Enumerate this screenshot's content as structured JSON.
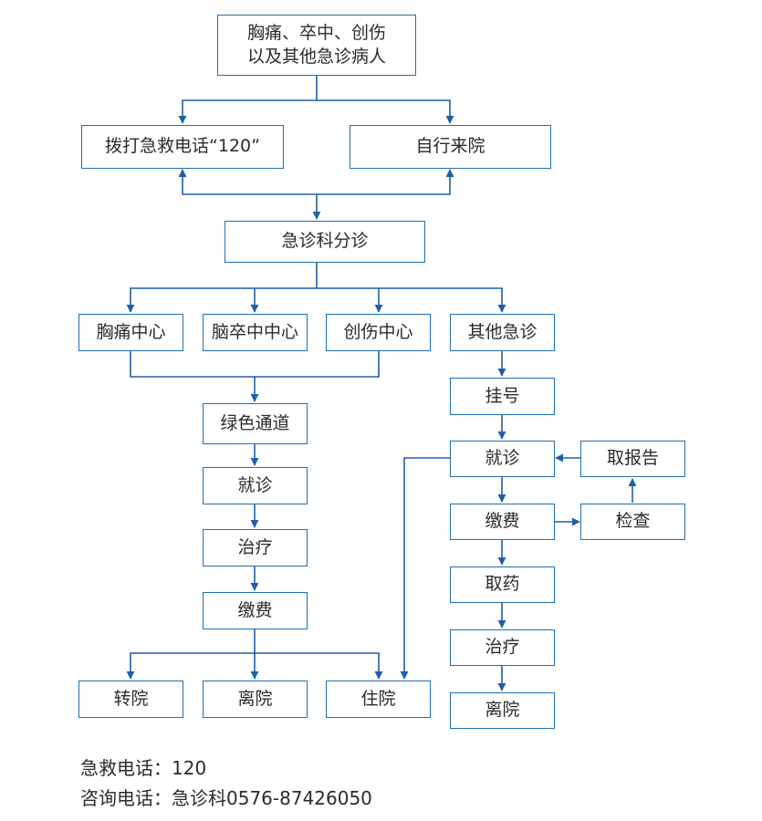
{
  "nodes": {
    "start_line1": "胸痛、卒中、创伤",
    "start_line2": "以及其他急诊病人",
    "call_120": "拨打急救电话“120”",
    "self_arrival": "自行来院",
    "triage": "急诊科分诊",
    "chest_pain_center": "胸痛中心",
    "stroke_center": "脑卒中中心",
    "trauma_center": "创伤中心",
    "other_emergency": "其他急诊",
    "green_channel": "绿色通道",
    "left_consult": "就诊",
    "left_treatment": "治疗",
    "left_payment": "缴费",
    "transfer": "转院",
    "left_discharge": "离院",
    "hospitalization": "住院",
    "register": "挂号",
    "right_consult": "就诊",
    "get_report": "取报告",
    "right_payment": "缴费",
    "examination": "检查",
    "get_medicine": "取药",
    "right_treatment": "治疗",
    "right_discharge": "离院"
  },
  "contacts": {
    "emergency": "急救电话：120",
    "inquiry": "咨询电话：急诊科0576-87426050"
  },
  "colors": {
    "line": "#1f5fa6",
    "border": "#1f6fb0"
  }
}
